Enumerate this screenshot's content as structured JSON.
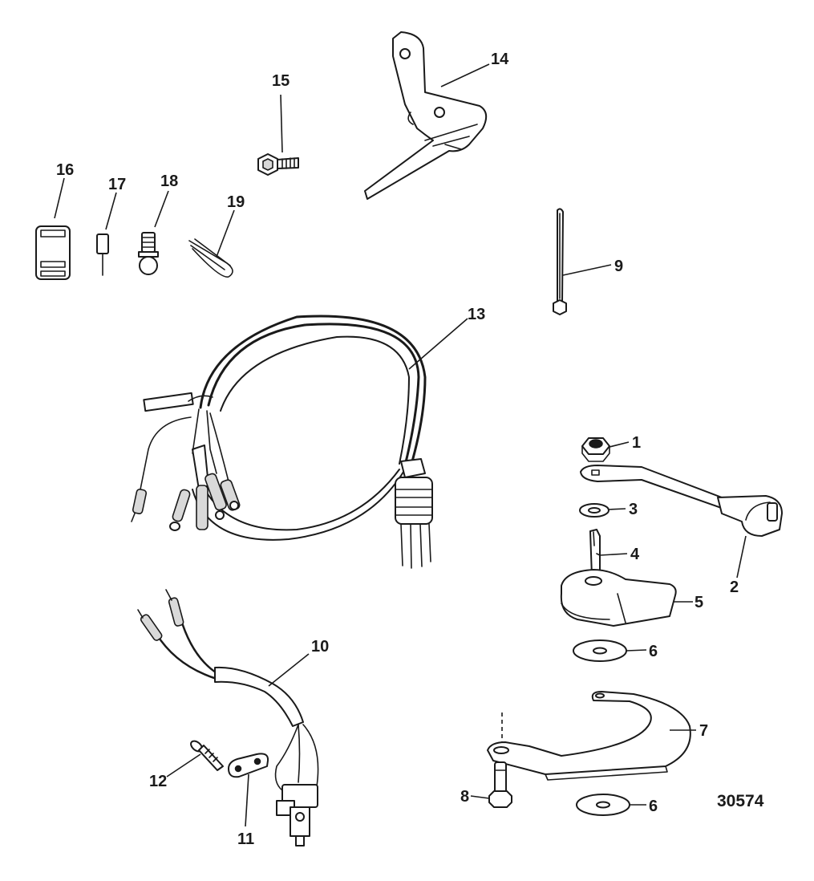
{
  "figure": {
    "reference_number": "30574",
    "callouts": {
      "c1": "1",
      "c2": "2",
      "c3": "3",
      "c4": "4",
      "c5": "5",
      "c6a": "6",
      "c6b": "6",
      "c7": "7",
      "c8": "8",
      "c9": "9",
      "c10": "10",
      "c11": "11",
      "c12": "12",
      "c13": "13",
      "c14": "14",
      "c15": "15",
      "c16": "16",
      "c17": "17",
      "c18": "18",
      "c19": "19"
    }
  }
}
